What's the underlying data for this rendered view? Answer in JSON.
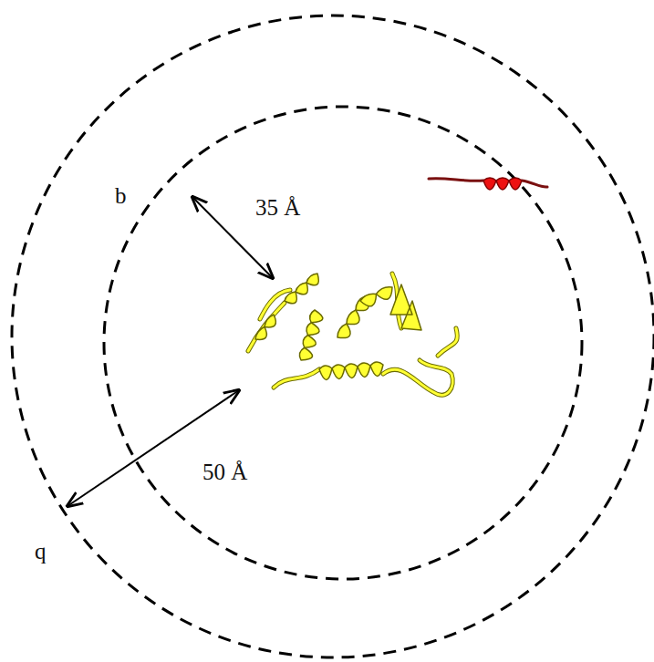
{
  "diagram": {
    "labels": [
      "b",
      "35 Å",
      "50 Å",
      "q"
    ]
  }
}
